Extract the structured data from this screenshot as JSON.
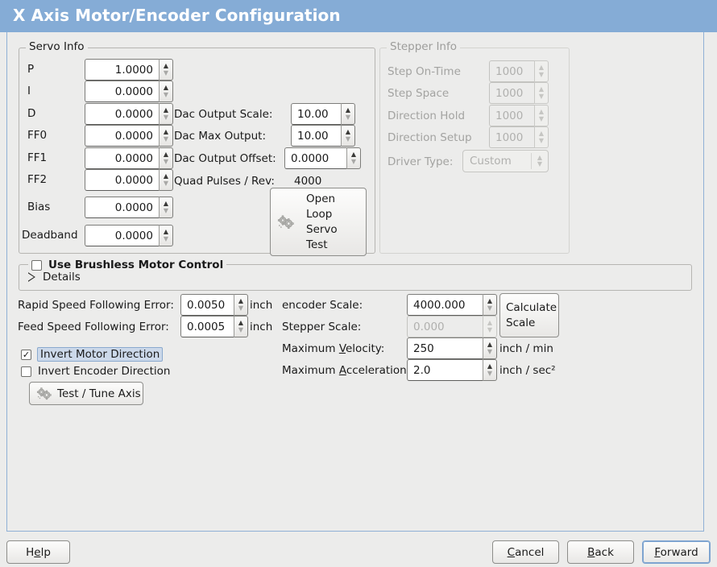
{
  "window": {
    "title": "X Axis Motor/Encoder Configuration",
    "title_bar_color": "#85acd6",
    "background_color": "#ececeb"
  },
  "servo_info": {
    "legend": "Servo Info",
    "fields": [
      {
        "label": "P",
        "value": "1.0000"
      },
      {
        "label": "I",
        "value": "0.0000"
      },
      {
        "label": "D",
        "value": "0.0000"
      },
      {
        "label": "FF0",
        "value": "0.0000"
      },
      {
        "label": "FF1",
        "value": "0.0000"
      },
      {
        "label": "FF2",
        "value": "0.0000"
      },
      {
        "label": "Bias",
        "value": "0.0000"
      },
      {
        "label": "Deadband",
        "value": "0.0000"
      }
    ],
    "dac_output_scale_label": "Dac Output Scale:",
    "dac_output_scale_value": "10.00",
    "dac_max_output_label": "Dac Max Output:",
    "dac_max_output_value": "10.00",
    "dac_output_offset_label": "Dac Output Offset:",
    "dac_output_offset_value": "0.0000",
    "quad_pulses_label": "Quad Pulses / Rev:",
    "quad_pulses_value": "4000",
    "open_loop_test_button": "Open\nLoop\nServo\nTest",
    "open_loop_test_lines": [
      "Open",
      "Loop",
      "Servo",
      "Test"
    ]
  },
  "stepper_info": {
    "legend": "Stepper Info",
    "enabled": false,
    "fields": [
      {
        "label": "Step On-Time",
        "value": "1000"
      },
      {
        "label": "Step Space",
        "value": "1000"
      },
      {
        "label": "Direction Hold",
        "value": "1000"
      },
      {
        "label": "Direction Setup",
        "value": "1000"
      }
    ],
    "driver_type_label": "Driver Type:",
    "driver_type_value": "Custom"
  },
  "brushless": {
    "checkbox_label": "Use Brushless Motor Control",
    "checked": false,
    "details_label": "Details",
    "details_expanded": false
  },
  "tuning": {
    "rapid_following_error_label": "Rapid Speed Following Error:",
    "rapid_following_error_value": "0.0050",
    "rapid_following_error_unit": "inch",
    "feed_following_error_label": "Feed Speed Following Error:",
    "feed_following_error_value": "0.0005",
    "feed_following_error_unit": "inch",
    "invert_motor_label": "Invert Motor Direction",
    "invert_motor_checked": true,
    "invert_encoder_label": "Invert Encoder Direction",
    "invert_encoder_checked": false,
    "test_tune_button": "Test / Tune Axis"
  },
  "scales": {
    "encoder_scale_label": "encoder Scale:",
    "encoder_scale_value": "4000.000",
    "stepper_scale_label": "Stepper Scale:",
    "stepper_scale_value": "0.000",
    "stepper_scale_enabled": false,
    "max_velocity_label_pre": "Maximum ",
    "max_velocity_label_acc": "V",
    "max_velocity_label_post": "elocity:",
    "max_velocity_value": "250",
    "max_velocity_unit": "inch / min",
    "max_accel_label_pre": "Maximum ",
    "max_accel_label_acc": "A",
    "max_accel_label_post": "cceleration:",
    "max_accel_value": "2.0",
    "max_accel_unit": "inch / sec²",
    "calculate_scale_lines": [
      "Calculate",
      "Scale"
    ]
  },
  "actions": {
    "help_pre": "H",
    "help_acc": "e",
    "help_post": "lp",
    "help": "Help",
    "cancel_pre": "",
    "cancel_acc": "C",
    "cancel_post": "ancel",
    "cancel": "Cancel",
    "back_pre": "",
    "back_acc": "B",
    "back_post": "ack",
    "back": "Back",
    "forward_pre": "",
    "forward_acc": "F",
    "forward_post": "orward",
    "forward": "Forward",
    "focused": "forward"
  },
  "icons": {
    "gears": "gears-icon",
    "spin_up": "▲",
    "spin_down": "▼"
  }
}
